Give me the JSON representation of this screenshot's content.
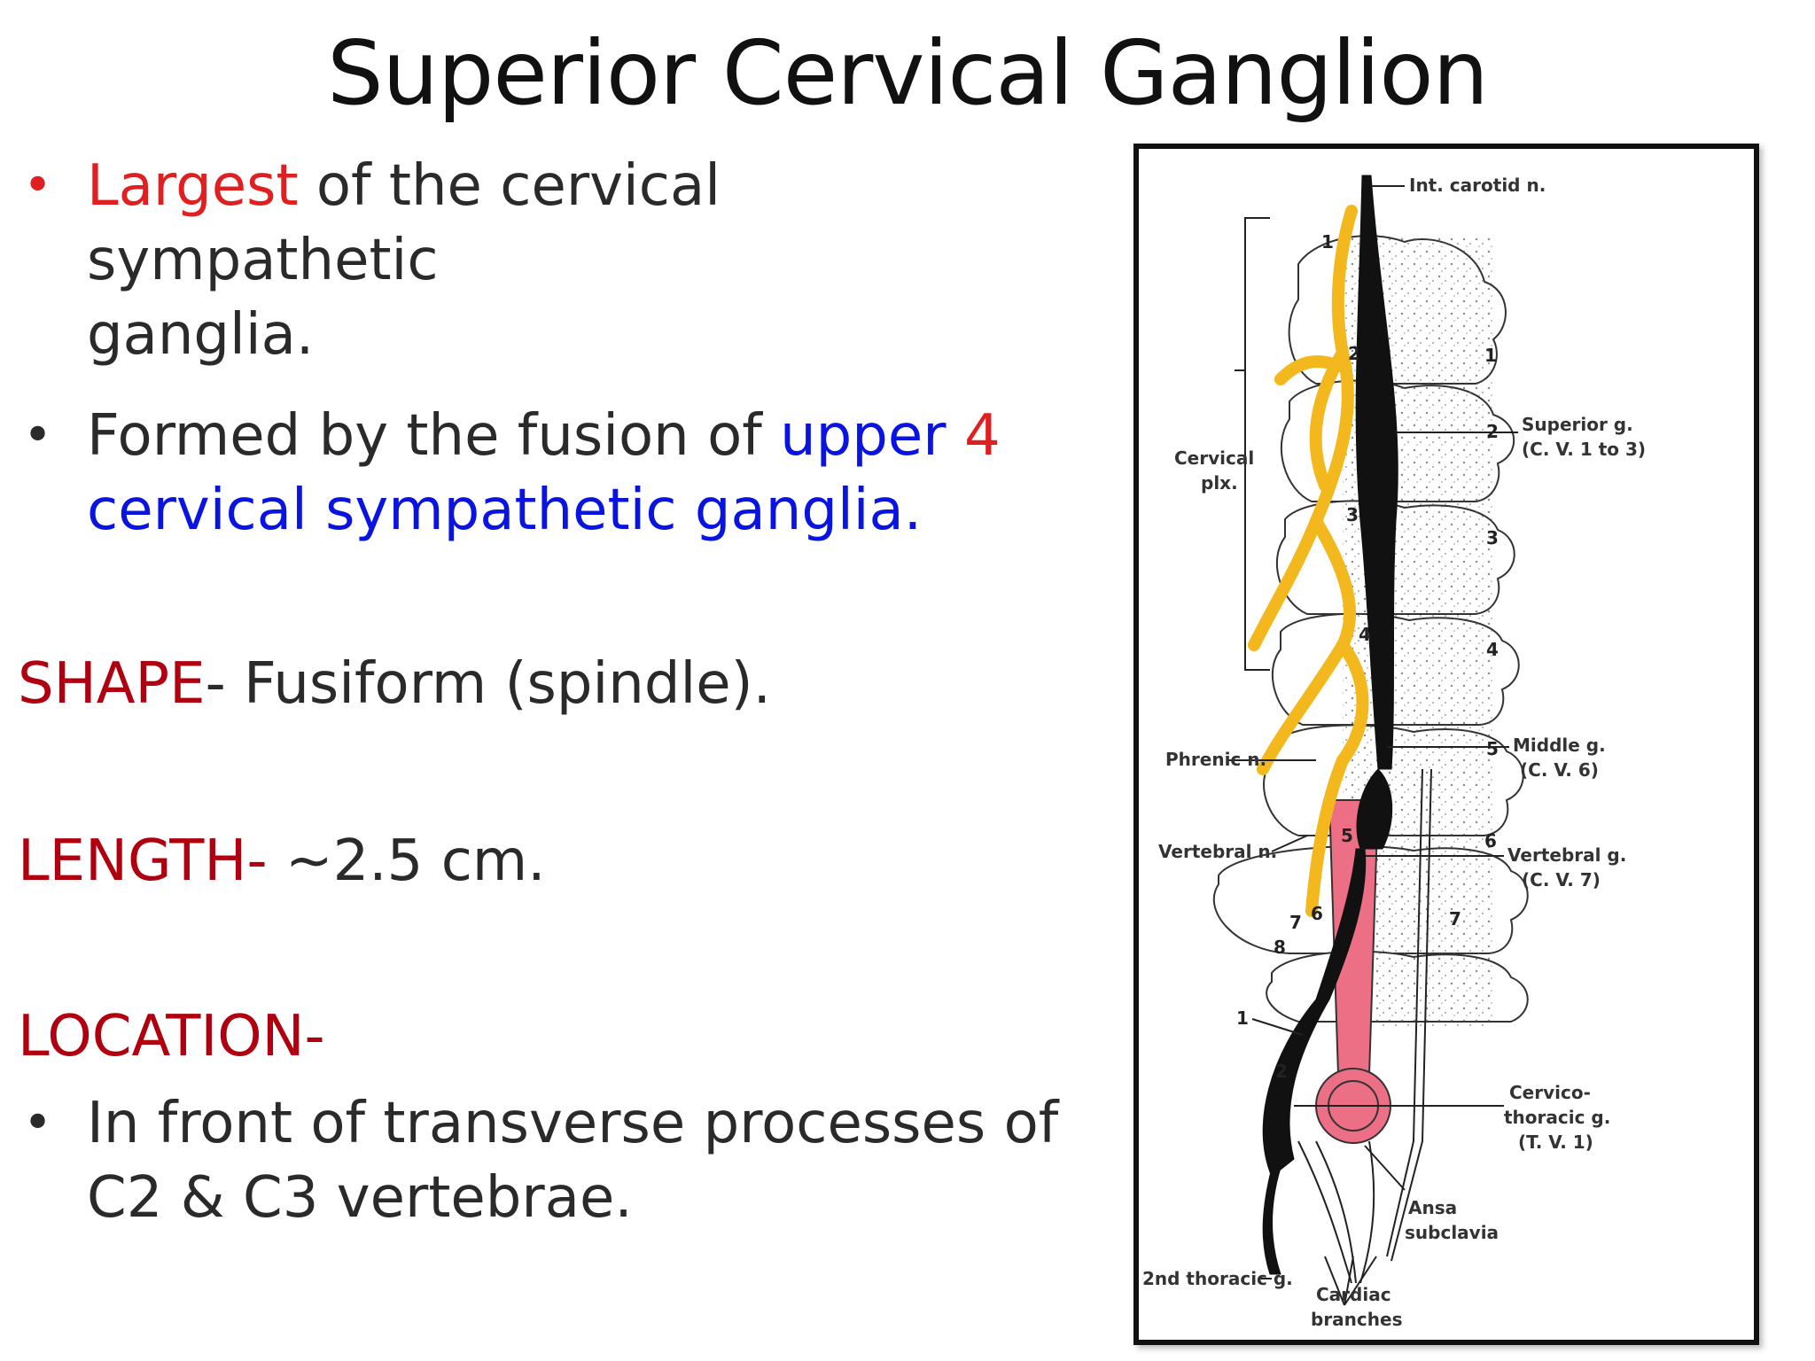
{
  "title": "Superior Cervical Ganglion",
  "bullets": {
    "b1": {
      "highlight": "Largest",
      "rest_line1": " of the cervical sympathetic",
      "line2": "ganglia."
    },
    "b2": {
      "plain": "Formed by the fusion of ",
      "blue1": "upper",
      "red_num": "4",
      "blue2": "cervical sympathetic ganglia."
    }
  },
  "shape": {
    "label": "SHAPE",
    "value": "- Fusiform (spindle)."
  },
  "length": {
    "label": "LENGTH-",
    "value": " ~2.5 cm."
  },
  "location": {
    "label": "LOCATION-",
    "bullet_line1": "In front of transverse processes of",
    "bullet_line2": "C2 & C3 vertebrae."
  },
  "figure": {
    "labels": {
      "int_carotid": "Int. carotid n.",
      "superior_g": "Superior g.",
      "superior_g_sub": "(C. V. 1 to 3)",
      "cervical": "Cervical",
      "plx": "plx.",
      "phrenic": "Phrenic n.",
      "middle_g": "Middle g.",
      "middle_g_sub": "(C. V. 6)",
      "vertebral_g": "Vertebral g.",
      "vertebral_g_sub": "(C. V. 7)",
      "vertebral_n": "Vertebral n.",
      "cervicothoracic_1": "Cervico-",
      "cervicothoracic_2": "thoracic g.",
      "cervicothoracic_3": "(T. V. 1)",
      "second_thoracic": "2nd thoracic g.",
      "ansa_1": "Ansa",
      "ansa_2": "subclavia",
      "cardiac_1": "Cardiac",
      "cardiac_2": "branches"
    },
    "right_numbers": [
      "1",
      "2",
      "3",
      "4",
      "5",
      "6",
      "7"
    ],
    "left_numbers": [
      "1",
      "2",
      "3",
      "4",
      "5",
      "6",
      "7",
      "8"
    ],
    "thoracic_numbers": [
      "1",
      "2"
    ],
    "colors": {
      "nerve": "#f2b81e",
      "ganglion": "#111111",
      "artery": "#ec6f86"
    }
  }
}
